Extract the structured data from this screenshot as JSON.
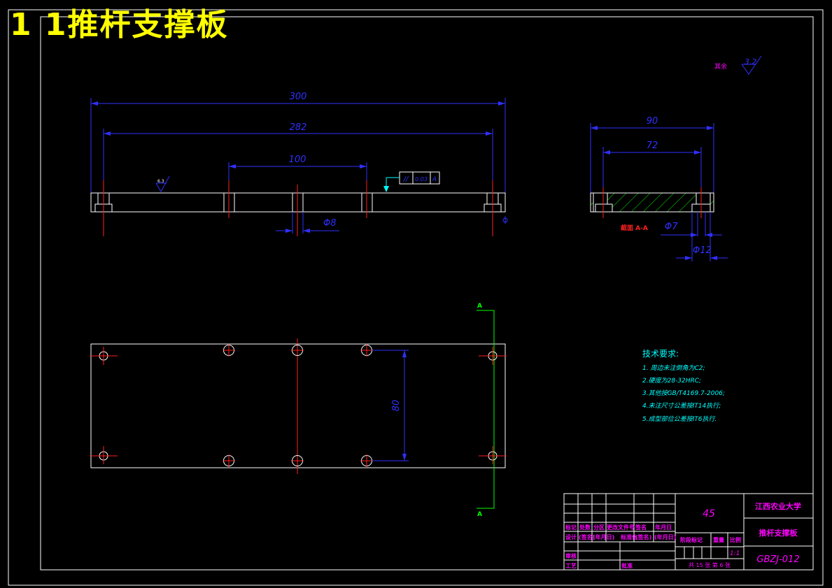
{
  "title": "1 1推杆支撑板",
  "roughness_note": {
    "label": "其余",
    "value": "3.2"
  },
  "front_view": {
    "dims": {
      "overall": "300",
      "hole_span": "282",
      "center_span": "100",
      "hole_dia": "Φ8"
    },
    "roughness": "6.3",
    "tolerance": {
      "symbol": "//",
      "value": "0.03",
      "datum": "A"
    }
  },
  "section_view": {
    "label": "截面 A-A",
    "dims": {
      "width": "90",
      "inner": "72",
      "small_dia": "Φ7",
      "large_dia": "Φ12"
    }
  },
  "plan_view": {
    "dim_vertical": "80",
    "section_marker_top": "A",
    "section_marker_bottom": "A"
  },
  "tech_requirements": {
    "heading": "技术要求:",
    "items": [
      "1. 周边未注倒角为C2;",
      "2.硬度为28-32HRC;",
      "3.其他按GB/T4169.7-2006;",
      "4.未注尺寸公差按IT14执行;",
      "5.成型部位公差按IT6执行."
    ]
  },
  "title_block": {
    "material": "45",
    "school": "江西农业大学",
    "part_name": "推杆支撑板",
    "drawing_no": "GBZJ-012",
    "scale": "1:1",
    "sheet_info": "共 15 张 第 6 张",
    "header_labels": [
      "标记",
      "处数",
      "分区",
      "更改文件号",
      "签名",
      "年月日"
    ],
    "design_row": [
      "设计",
      "(签名)",
      "(年月日)",
      "标准化",
      "(签名)",
      "(年月日)"
    ],
    "stage_label": "阶段标记",
    "weight_label": "重量",
    "scale_label": "比例",
    "review_label": "审核",
    "process_label": "工艺",
    "approve_label": "批准"
  },
  "colors": {
    "background": "#000000",
    "outline": "#ffffff",
    "dimension": "#3030ff",
    "centerline": "#ff2020",
    "title": "#ffff00",
    "table_text": "#ff00ff",
    "tech_text": "#00ffff",
    "section_line": "#00ff00",
    "hatch": "#00ff00"
  }
}
